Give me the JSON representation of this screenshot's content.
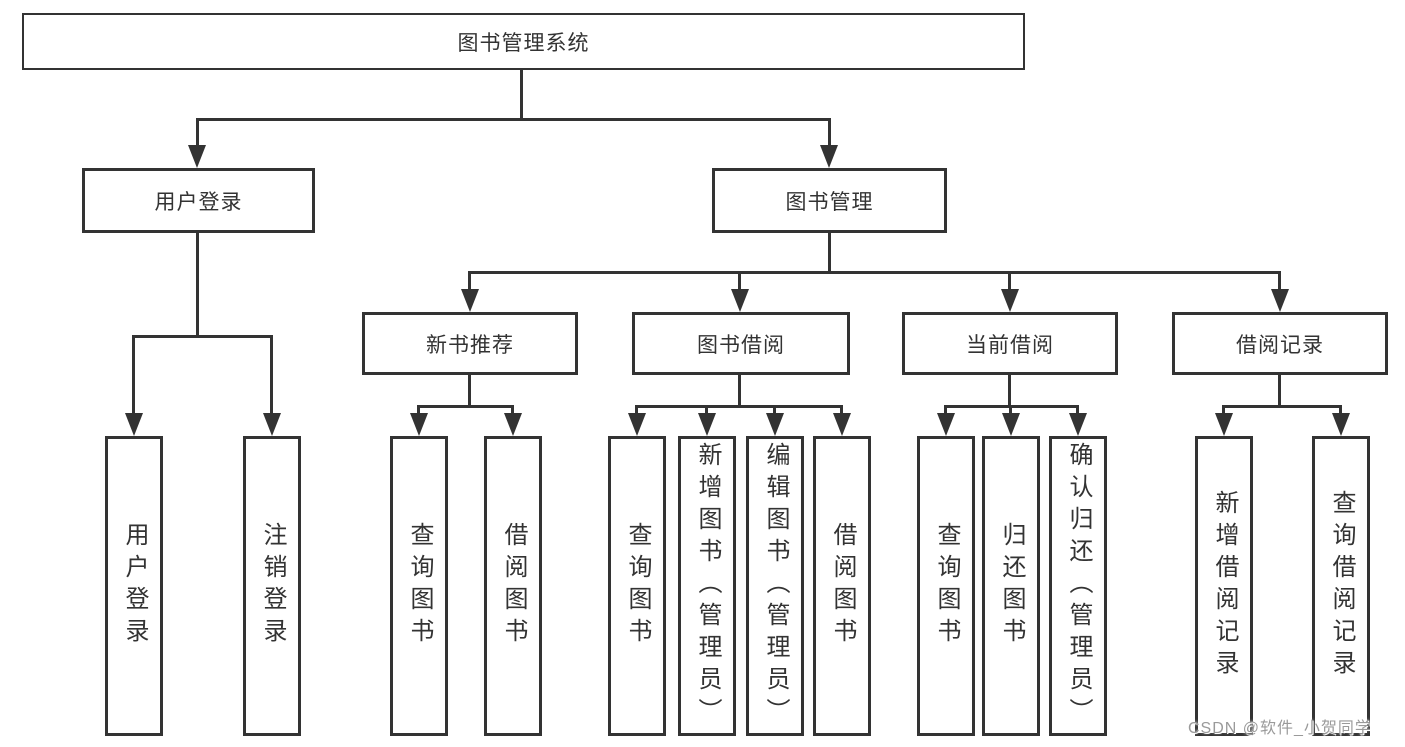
{
  "diagram": {
    "tree": {
      "root": {
        "label": "图书管理系统"
      },
      "children": [
        {
          "label": "用户登录",
          "children": [
            {
              "label": "用户登录"
            },
            {
              "label": "注销登录"
            }
          ]
        },
        {
          "label": "图书管理",
          "children": [
            {
              "label": "新书推荐",
              "children": [
                {
                  "label": "查询图书"
                },
                {
                  "label": "借阅图书"
                }
              ]
            },
            {
              "label": "图书借阅",
              "children": [
                {
                  "label": "查询图书"
                },
                {
                  "label": "新增图书（管理员）"
                },
                {
                  "label": "编辑图书（管理员）"
                },
                {
                  "label": "借阅图书"
                }
              ]
            },
            {
              "label": "当前借阅",
              "children": [
                {
                  "label": "查询图书"
                },
                {
                  "label": "归还图书"
                },
                {
                  "label": "确认归还（管理员）"
                }
              ]
            },
            {
              "label": "借阅记录",
              "children": [
                {
                  "label": "新增借阅记录"
                },
                {
                  "label": "查询借阅记录"
                }
              ]
            }
          ]
        }
      ]
    },
    "colors": {
      "line": "#333333",
      "text": "#333333",
      "background": "#ffffff",
      "watermark": "#9a9a9a"
    }
  },
  "watermark": {
    "text": "CSDN @软件_小贺同学"
  }
}
